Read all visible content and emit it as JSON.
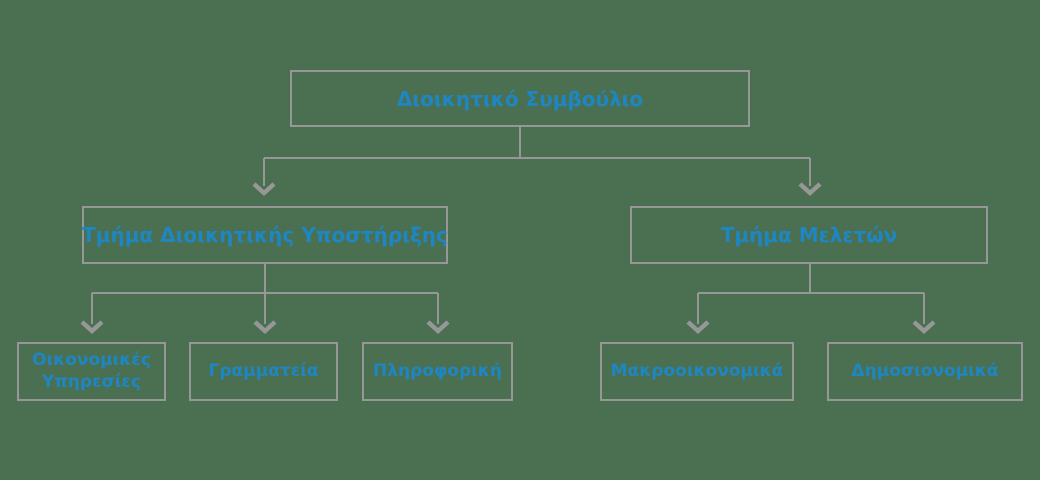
{
  "theme": {
    "background": "#4A7051",
    "box_border": "#979797",
    "connector": "#979797",
    "label_blue": "#1E86C2"
  },
  "org_chart": {
    "root": {
      "label": "Διοικητικό Συμβούλιο"
    },
    "level2": [
      {
        "label": "Τμήμα Διοικητικής Υποστήριξης"
      },
      {
        "label": "Τμήμα Μελετών"
      }
    ],
    "level3_left": [
      {
        "label": "Οικονομικές Υπηρεσίες"
      },
      {
        "label": "Γραμματεία"
      },
      {
        "label": "Πληροφορική"
      }
    ],
    "level3_right": [
      {
        "label": "Μακροοικονομικά"
      },
      {
        "label": "Δημοσιονομικά"
      }
    ]
  }
}
